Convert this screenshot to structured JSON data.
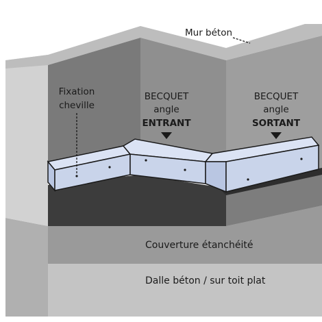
{
  "labels": {
    "wall": "Mur béton",
    "fixation_line1": "Fixation",
    "fixation_line2": "cheville",
    "inner_line1": "BECQUET",
    "inner_line2": "angle",
    "inner_line3": "ENTRANT",
    "outer_line1": "BECQUET",
    "outer_line2": "angle",
    "outer_line3": "SORTANT",
    "covering": "Couverture étanchéité",
    "slab": "Dalle béton / sur toit plat"
  },
  "colors": {
    "wall_light": "#d9d9d9",
    "wall_mid": "#8f8f8f",
    "wall_dark": "#6d6d6d",
    "wall_top": "#bdbdbd",
    "membrane": "#3c3c3c",
    "covering_layer": "#9a9a9a",
    "slab_layer": "#c4c4c4",
    "becquet_face": "#c9d4ea",
    "becquet_top": "#dbe3f4",
    "outline": "#1a1a1a"
  }
}
